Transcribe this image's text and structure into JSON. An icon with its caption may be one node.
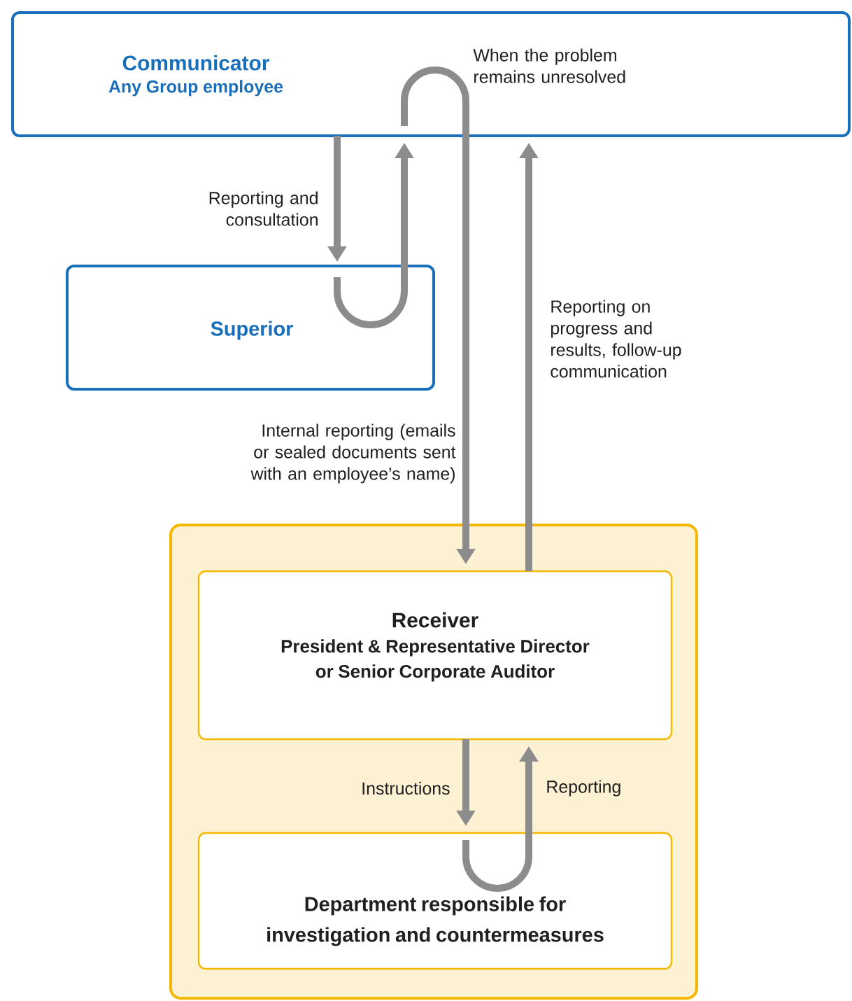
{
  "diagram": {
    "nodes": [
      {
        "text": [
          "Communicator",
          "Any Group employee"
        ]
      },
      {
        "text": [
          "Superior"
        ]
      },
      {
        "text": [],
        "shape": "box"
      },
      {
        "text": [
          "Receiver",
          "President & Representative Director or Senior Corporate Auditor"
        ],
        "in": 2
      },
      {
        "text": [
          "Department responsible for investigation and countermeasures"
        ],
        "in": 2
      }
    ],
    "edges": [
      {
        "from": 0,
        "to": 1,
        "arrow": "to",
        "label": "Reporting and consultation"
      },
      {
        "from": 1,
        "to": 0,
        "arrow": "to"
      },
      {
        "from": 0,
        "to": 3,
        "arrow": "to",
        "label": "Internal reporting (emails or sealed documents sent with an employee’s name)"
      },
      {
        "from": 3,
        "to": 0,
        "arrow": "to",
        "label": "Reporting on progress and results, follow-up communication"
      },
      {
        "from": 3,
        "to": 4,
        "arrow": "to",
        "label": "Instructions"
      },
      {
        "from": 4,
        "to": 3,
        "arrow": "to",
        "label": "Reporting"
      }
    ],
    "labels": [
      "When the problem remains unresolved"
    ]
  }
}
